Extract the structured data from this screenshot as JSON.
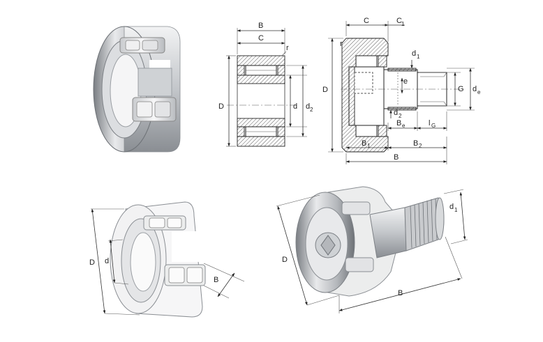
{
  "drawing1": {
    "B": "B",
    "C": "C",
    "r": "r",
    "D": "D",
    "d": "d",
    "d2": "d",
    "d2_sub": "2"
  },
  "drawing2": {
    "C": "C",
    "C1": "C",
    "C1_sub": "1",
    "r": "r",
    "d1": "d",
    "d1_sub": "1",
    "D": "D",
    "e": "e",
    "G": "G",
    "de": "d",
    "de_sub": "e",
    "d2": "d",
    "d2_sub": "2",
    "Be": "B",
    "Be_sub": "e",
    "lG": "l",
    "lG_sub": "G",
    "B1": "B",
    "B1_sub": "1",
    "B2": "B",
    "B2_sub": "2",
    "B": "B"
  },
  "perspective1": {
    "D": "D",
    "d": "d",
    "B": "B"
  },
  "perspective2": {
    "D": "D",
    "d1": "d",
    "d1_sub": "1",
    "B": "B"
  },
  "colors": {
    "metal_light": "#e8e9eb",
    "metal_mid": "#b9bcc0",
    "metal_dark": "#6d7176",
    "line": "#222222"
  }
}
